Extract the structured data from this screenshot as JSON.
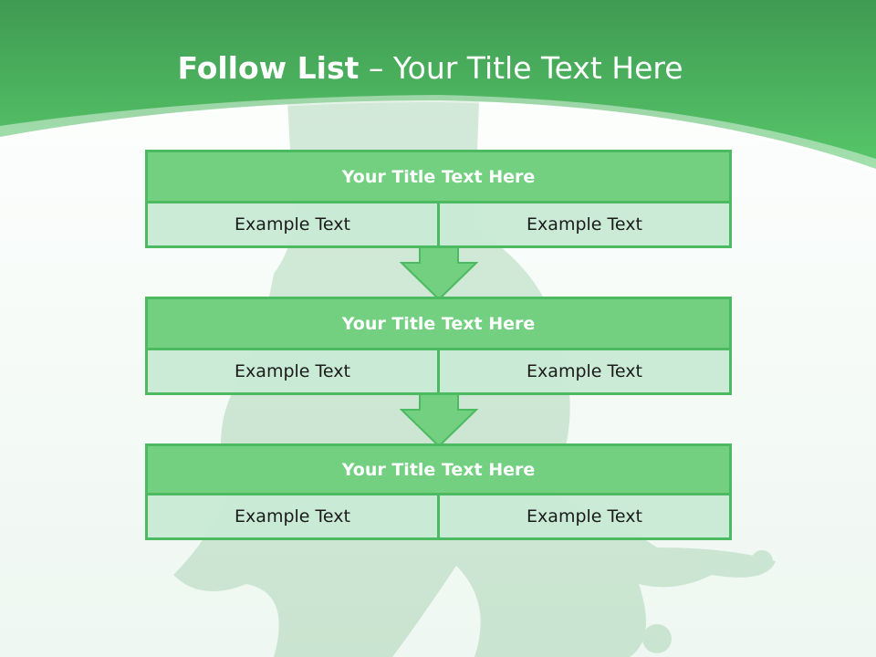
{
  "header": {
    "title_bold": "Follow List",
    "title_rest": " – Your Title Text Here"
  },
  "blocks": [
    {
      "title": "Your Title Text Here",
      "items": [
        "Example Text",
        "Example Text"
      ]
    },
    {
      "title": "Your Title Text Here",
      "items": [
        "Example Text",
        "Example Text"
      ]
    },
    {
      "title": "Your Title Text Here",
      "items": [
        "Example Text",
        "Example Text"
      ]
    }
  ],
  "colors": {
    "header_green": "#4cc064",
    "accent_green": "#72d080",
    "border_green": "#4cba60",
    "cell_fill": "#c8ead4",
    "background": "#f4faf6"
  }
}
